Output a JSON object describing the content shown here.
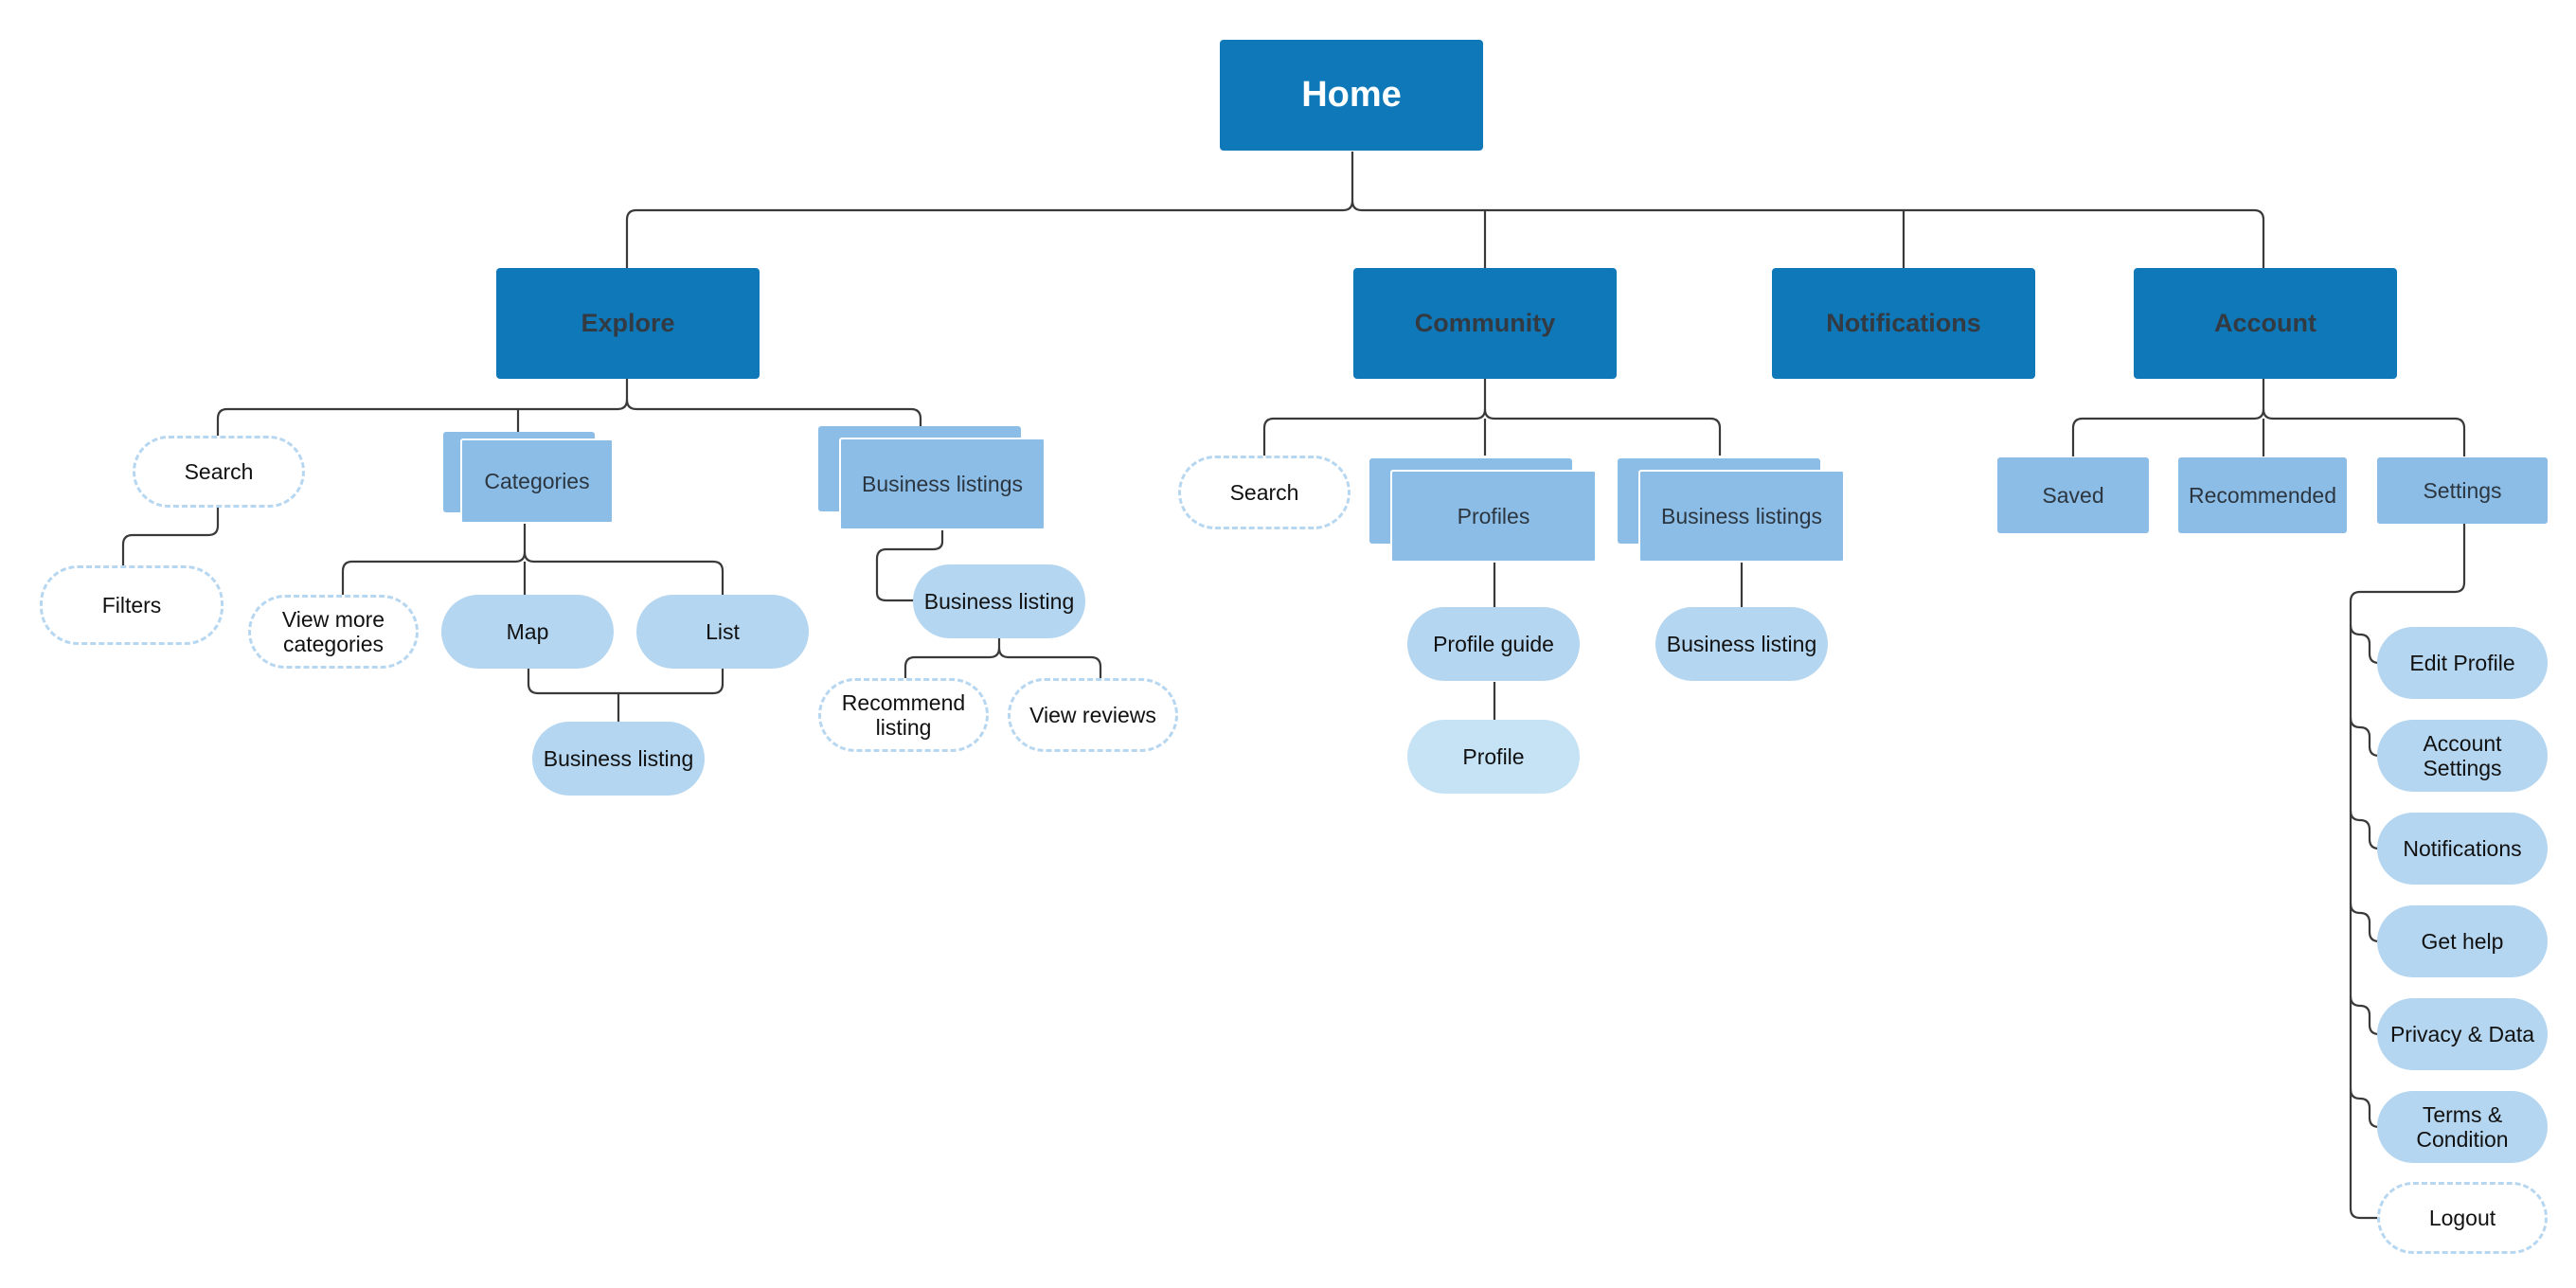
{
  "sitemap": {
    "home": "Home",
    "explore": {
      "label": "Explore",
      "search": "Search",
      "filters": "Filters",
      "categories": "Categories",
      "view_more_categories": "View more categories",
      "map": "Map",
      "list": "List",
      "categories_business_listing": "Business listing",
      "business_listings": "Business listings",
      "business_listing": "Business listing",
      "recommend_listing": "Recommend listing",
      "view_reviews": "View reviews"
    },
    "community": {
      "label": "Community",
      "search": "Search",
      "profiles": "Profiles",
      "profile_guide": "Profile guide",
      "profile": "Profile",
      "business_listings": "Business listings",
      "business_listing": "Business listing"
    },
    "notifications": {
      "label": "Notifications"
    },
    "account": {
      "label": "Account",
      "saved": "Saved",
      "recommended": "Recommended",
      "settings": "Settings",
      "settings_items": [
        "Edit Profile",
        "Account Settings",
        "Notifications",
        "Get help",
        "Privacy & Data",
        "Terms & Condition",
        "Logout"
      ]
    }
  },
  "colors": {
    "section_fill": "#0e78b9",
    "page_fill": "#8cbde6",
    "pill_fill": "#b5d6f0",
    "optional_dashed_border": "#b7d7f1",
    "connector": "#3a3a3a"
  }
}
